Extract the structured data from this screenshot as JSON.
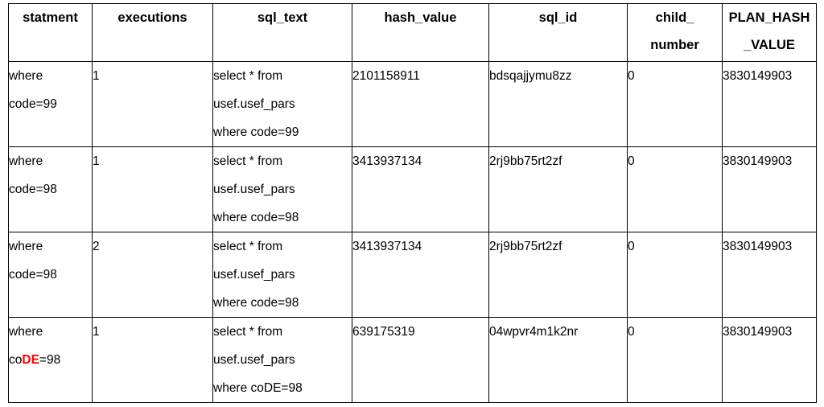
{
  "table": {
    "columns": [
      {
        "id": "statment",
        "label_lines": [
          "statment"
        ]
      },
      {
        "id": "executions",
        "label_lines": [
          "executions"
        ]
      },
      {
        "id": "sql_text",
        "label_lines": [
          "sql_text"
        ]
      },
      {
        "id": "hash_value",
        "label_lines": [
          "hash_value"
        ]
      },
      {
        "id": "sql_id",
        "label_lines": [
          "sql_id"
        ]
      },
      {
        "id": "child_number",
        "label_lines": [
          "child_",
          "number"
        ]
      },
      {
        "id": "plan_hash_value",
        "label_lines": [
          "PLAN_HASH",
          "_VALUE"
        ]
      }
    ],
    "rows": [
      {
        "statment_lines": [
          "where",
          "code=99"
        ],
        "statment_prefix": "co",
        "statment_highlight": "",
        "statment_suffix": "de=99",
        "executions": "1",
        "sql_text_lines": [
          "select * from",
          "usef.usef_pars",
          "where code=99"
        ],
        "hash_value": "2101158911",
        "sql_id": "bdsqajjymu8zz",
        "child_number": "0",
        "plan_hash_value": "3830149903"
      },
      {
        "statment_lines": [
          "where",
          "code=98"
        ],
        "statment_prefix": "co",
        "statment_highlight": "",
        "statment_suffix": "de=98",
        "executions": "1",
        "sql_text_lines": [
          "select * from",
          "usef.usef_pars",
          "where code=98"
        ],
        "hash_value": "3413937134",
        "sql_id": "2rj9bb75rt2zf",
        "child_number": "0",
        "plan_hash_value": "3830149903"
      },
      {
        "statment_lines": [
          "where",
          "code=98"
        ],
        "statment_prefix": "co",
        "statment_highlight": "",
        "statment_suffix": "de=98",
        "executions": "2",
        "sql_text_lines": [
          "select * from",
          "usef.usef_pars",
          "where code=98"
        ],
        "hash_value": "3413937134",
        "sql_id": "2rj9bb75rt2zf",
        "child_number": "0",
        "plan_hash_value": "3830149903"
      },
      {
        "statment_lines": [
          "where",
          "coDE=98"
        ],
        "statment_prefix": "co",
        "statment_highlight": "DE",
        "statment_suffix": "=98",
        "executions": "1",
        "sql_text_lines": [
          "select * from",
          "usef.usef_pars",
          "where coDE=98"
        ],
        "hash_value": "639175319",
        "sql_id": "04wpvr4m1k2nr",
        "child_number": "0",
        "plan_hash_value": "3830149903"
      }
    ]
  },
  "colors": {
    "highlight": "#FF0000",
    "text": "#000000",
    "border": "#000000",
    "background": "#FFFFFF"
  }
}
